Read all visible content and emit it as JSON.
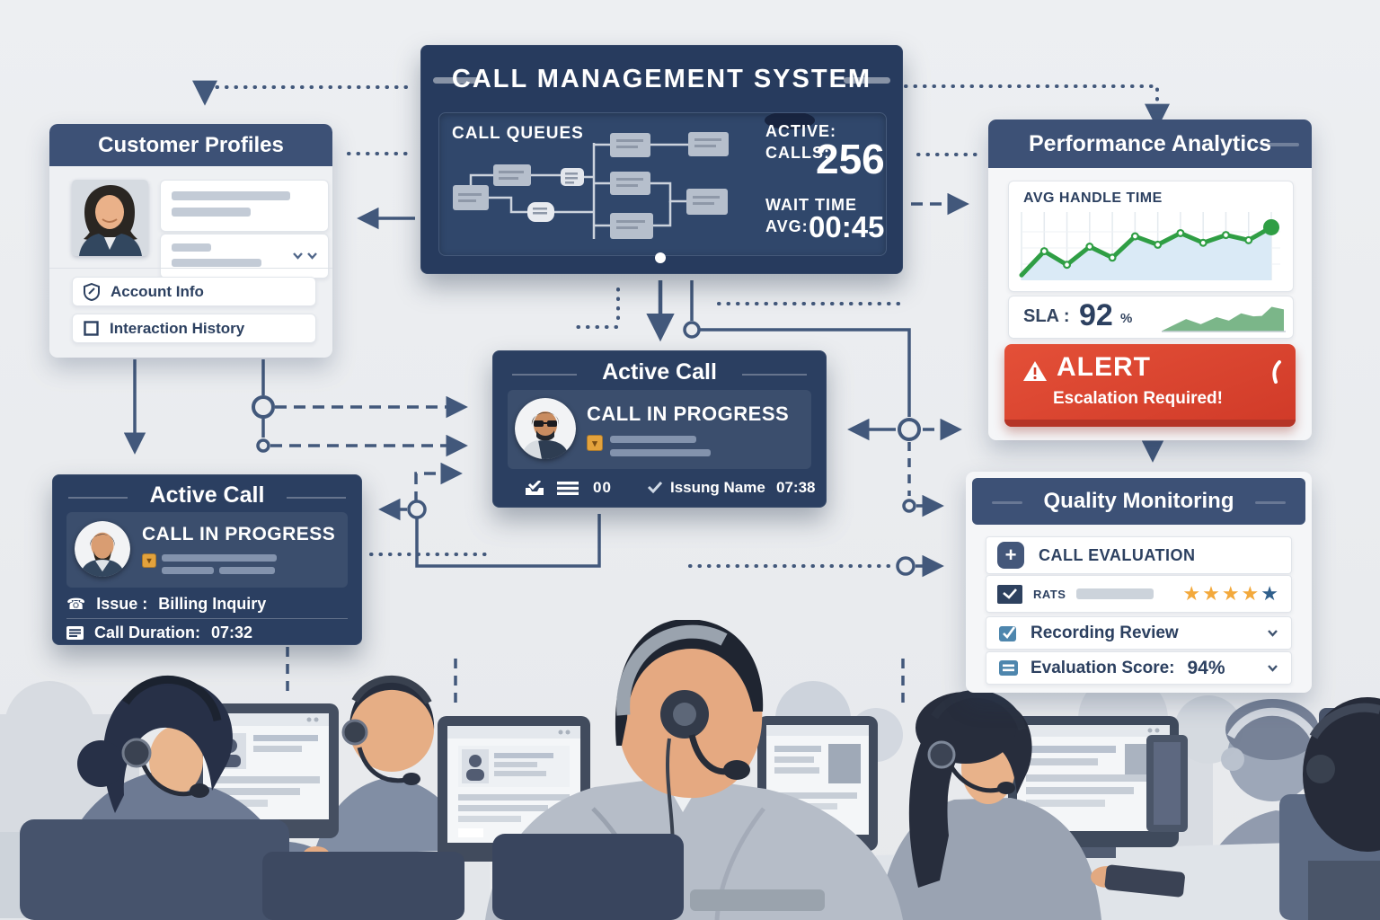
{
  "colors": {
    "panel_navy": "#2b3f61",
    "header_navy": "#3d5176",
    "alert_red": "#dc4433",
    "chart_green": "#2f9e44",
    "chart_fill_blue": "#daeaf6",
    "sla_area_green": "#74b283",
    "star_orange": "#f3a93c",
    "star_blue": "#2f5f8c",
    "connector": "#42587b"
  },
  "cms": {
    "title": "CALL MANAGEMENT SYSTEM",
    "queues_label": "CALL QUEUES",
    "active_label_1": "ACTIVE:",
    "active_label_2": "CALLS:",
    "active_value": "256",
    "wait_label_1": "WAIT TIME",
    "wait_label_2": "AVG:",
    "wait_value": "00:45"
  },
  "customer_profiles": {
    "title": "Customer Profiles",
    "account_info": "Account Info",
    "interaction_history": "Interaction History"
  },
  "performance": {
    "title": "Performance Analytics",
    "chart_title": "AVG HANDLE TIME",
    "sla_label": "SLA :",
    "sla_value": "92",
    "sla_unit": "%"
  },
  "alert": {
    "title": "ALERT",
    "message": "Escalation Required!"
  },
  "active_call_center": {
    "title": "Active Call",
    "status": "CALL IN PROGRESS",
    "pause_label": "00",
    "agent_name": "Issung Name",
    "time": "07:38"
  },
  "active_call_left": {
    "title": "Active Call",
    "status": "CALL IN PROGRESS",
    "issue_label": "Issue :",
    "issue_value": "Billing Inquiry",
    "duration_label": "Call Duration:",
    "duration_value": "07:32"
  },
  "quality": {
    "title": "Quality Monitoring",
    "call_evaluation": "CALL EVALUATION",
    "rating_label": "RATS",
    "stars_filled": "★★★★",
    "stars_empty": "★",
    "recording_review": "Recording Review",
    "evaluation_label": "Evaluation Score:",
    "evaluation_value": "94%"
  },
  "chart_data": [
    {
      "type": "line",
      "title": "AVG HANDLE TIME",
      "x": [
        0,
        1,
        2,
        3,
        4,
        5,
        6,
        7,
        8,
        9,
        10,
        11
      ],
      "y": [
        8,
        45,
        24,
        52,
        35,
        68,
        55,
        73,
        58,
        70,
        62,
        82
      ],
      "ylim": [
        0,
        100
      ],
      "grid": true,
      "legend": "none",
      "line_color": "#2f9e44",
      "fill_color": "#daeaf6",
      "last_point_emphasis": true
    },
    {
      "type": "area",
      "title": "SLA",
      "value_label": "92%",
      "x": [
        0,
        0.1,
        0.2,
        0.32,
        0.45,
        0.55,
        0.65,
        0.75,
        0.82,
        0.9,
        1
      ],
      "y": [
        2,
        25,
        48,
        28,
        55,
        42,
        70,
        58,
        60,
        95,
        85
      ],
      "ylim": [
        0,
        100
      ],
      "color": "#74b283"
    }
  ]
}
